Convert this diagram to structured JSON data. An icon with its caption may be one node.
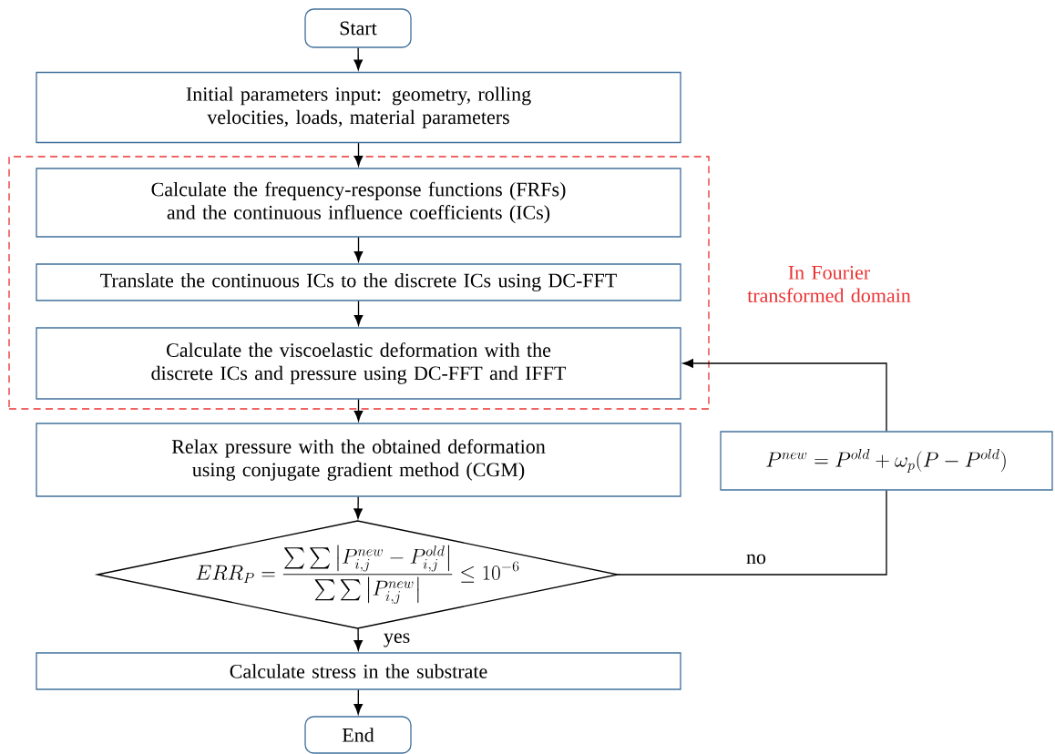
{
  "diagram": {
    "nodes": [
      {
        "text": [
          "Start"
        ]
      },
      {
        "text": [
          "Initial parameters input: geometry, rolling velocities, loads, material parameters"
        ]
      },
      {
        "text": [
          "In Fourier transformed domain"
        ]
      },
      {
        "text": [
          "Calculate the frequency-response functions (FRFs) and the continuous influence coefficients (ICs)"
        ],
        "in": 2
      },
      {
        "text": [
          "Translate the continuous ICs to the discrete ICs using DC-FFT"
        ],
        "in": 2
      },
      {
        "text": [
          "Calculate the viscoelastic deformation with the discrete ICs and pressure using DC-FFT and IFFT"
        ],
        "in": 2
      },
      {
        "text": [
          "Relax pressure with the obtained deformation using conjugate gradient method (CGM)"
        ]
      },
      {
        "text": [
          "ERR_P = \\frac{\\sum\\sum\\left|P_{i,j}^{new}-P_{i,j}^{old}\\right|}{\\sum\\sum\\left|P_{i,j}^{new}\\right|} \\le 10^{-6}"
        ]
      },
      {
        "text": [
          "P^{new} = P^{old} + \\omega_p (P - P^{old})"
        ]
      },
      {
        "text": [
          "Calculate stress in the substrate"
        ]
      },
      {
        "text": [
          "End"
        ]
      }
    ],
    "edges": [
      {
        "from": 0,
        "to": 1,
        "arrow": "to"
      },
      {
        "from": 1,
        "to": 3,
        "arrow": "to"
      },
      {
        "from": 3,
        "to": 4,
        "arrow": "to"
      },
      {
        "from": 4,
        "to": 5,
        "arrow": "to"
      },
      {
        "from": 5,
        "to": 6,
        "arrow": "to"
      },
      {
        "from": 6,
        "to": 7,
        "arrow": "to"
      },
      {
        "from": 7,
        "to": 8,
        "arrow": "none",
        "label": "no"
      },
      {
        "from": 8,
        "to": 5,
        "arrow": "to"
      },
      {
        "from": 7,
        "to": 9,
        "arrow": "to",
        "label": "yes"
      },
      {
        "from": 9,
        "to": 10,
        "arrow": "to"
      }
    ]
  }
}
